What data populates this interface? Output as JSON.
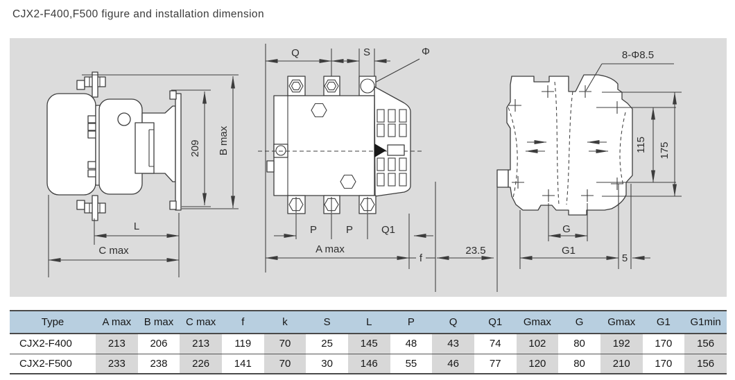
{
  "title": "CJX2-F400,F500 figure and installation dimension",
  "colors": {
    "panel_bg": "#dcdcdc",
    "table_header_bg": "#b8cfe0",
    "table_cell_shade": "#d8d8d8",
    "line": "#3c3c3c"
  },
  "drawing": {
    "side_view": {
      "height_209": "209",
      "b_max": "B max",
      "l": "L",
      "c_max": "C max"
    },
    "front_view": {
      "q": "Q",
      "s": "S",
      "phi": "Φ",
      "p_left": "P",
      "p_right": "P",
      "q1": "Q1",
      "a_max": "A max",
      "f": "f"
    },
    "mounting_view": {
      "holes": "8-Φ8.5",
      "height_115": "115",
      "height_175": "175",
      "g": "G",
      "g1": "G1",
      "offset_23_5": "23.5",
      "offset_5": "5"
    }
  },
  "table": {
    "headers": [
      "Type",
      "A max",
      "B max",
      "C max",
      "f",
      "k",
      "S",
      "L",
      "P",
      "Q",
      "Q1",
      "Gmax",
      "G",
      "Gmax",
      "G1",
      "G1min"
    ],
    "rows": [
      {
        "type": "CJX2-F400",
        "values": [
          "213",
          "206",
          "213",
          "119",
          "70",
          "25",
          "145",
          "48",
          "43",
          "74",
          "102",
          "80",
          "192",
          "170",
          "156"
        ]
      },
      {
        "type": "CJX2-F500",
        "values": [
          "233",
          "238",
          "226",
          "141",
          "70",
          "30",
          "146",
          "55",
          "46",
          "77",
          "120",
          "80",
          "210",
          "170",
          "156"
        ]
      }
    ]
  }
}
